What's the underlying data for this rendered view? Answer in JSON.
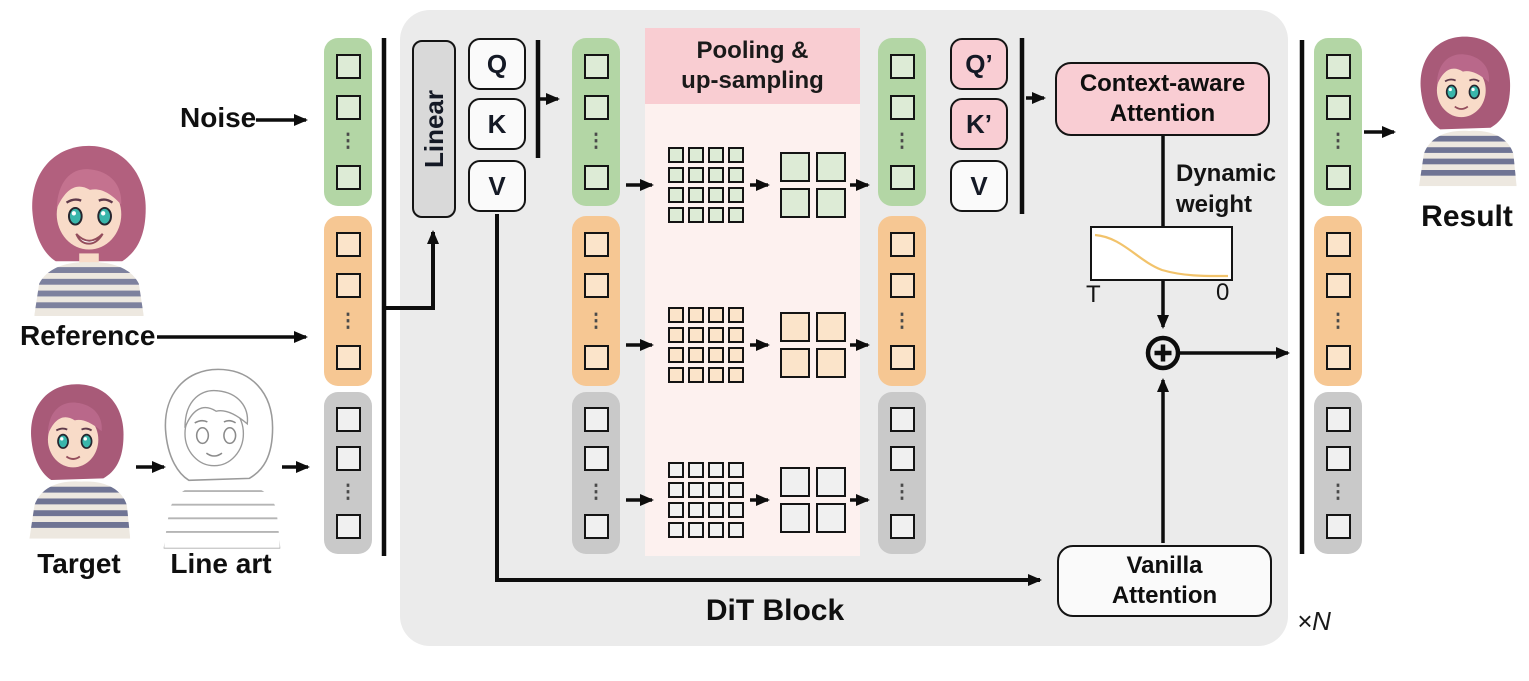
{
  "inputs": {
    "noise_label": "Noise",
    "reference_label": "Reference",
    "target_label": "Target",
    "lineart_label": "Line art"
  },
  "dit": {
    "title": "DiT Block",
    "repeat_label": "×N",
    "linear_label": "Linear",
    "q_label": "Q",
    "k_label": "K",
    "v_label": "V",
    "pooling_line1": "Pooling &",
    "pooling_line2": "up-sampling",
    "q_prime_label": "Q’",
    "k_prime_label": "K’",
    "v2_label": "V",
    "context_attention_line1": "Context-aware",
    "context_attention_line2": "Attention",
    "dynamic_weight_line1": "Dynamic",
    "dynamic_weight_line2": "weight",
    "weight_plot": {
      "left_tick": "T",
      "right_tick": "0",
      "curve": "monotonically decreasing sigmoid weight from timestep T to 0",
      "curve_color": "#f2c36b"
    },
    "vanilla_attention_line1": "Vanilla",
    "vanilla_attention_line2": "Attention",
    "merge_operator": "circled-plus"
  },
  "output": {
    "result_label": "Result"
  },
  "streams": [
    {
      "name": "noise",
      "color": "#b3d6a5",
      "token_color": "#ddebd6"
    },
    {
      "name": "reference",
      "color": "#f6c793",
      "token_color": "#fbe4ca"
    },
    {
      "name": "lineart",
      "color": "#c9c9c9",
      "token_color": "#f0f0f0"
    }
  ],
  "colors": {
    "dit_background": "#ebebeb",
    "pink_accent": "#f9cdd3",
    "pink_panel": "#fdf1ef",
    "linear_box": "#d9d9d9",
    "line_black": "#0d0d0d"
  }
}
